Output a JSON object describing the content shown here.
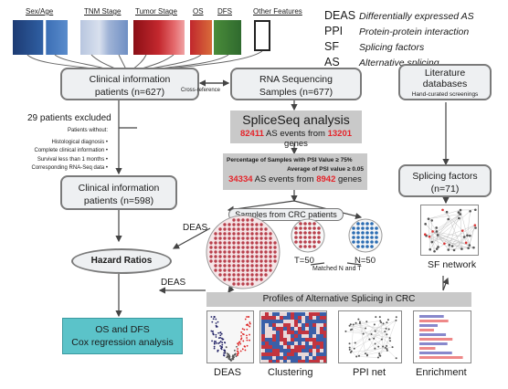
{
  "top_labels": {
    "sex_age": "Sex/Age",
    "tnm": "TNM Stage",
    "tumor": "Tumor Stage",
    "os": "OS",
    "dfs": "DFS",
    "other": "Other Features"
  },
  "legend": [
    {
      "abbr": "DEAS",
      "desc": "Differentially expressed AS"
    },
    {
      "abbr": "PPI",
      "desc": "Protein-protein interaction"
    },
    {
      "abbr": "SF",
      "desc": "Splicing factors"
    },
    {
      "abbr": "AS",
      "desc": "Alternative splicing"
    }
  ],
  "clinical_info": {
    "line1": "Clinical information",
    "line2": "patients (n=627)"
  },
  "cross_reference": "Cross-reference",
  "rna_seq": {
    "line1": "RNA Sequencing",
    "line2": "Samples (n=677)"
  },
  "literature": {
    "line1": "Literature",
    "line2": "databases",
    "line3": "Hand-curated screenings"
  },
  "excluded": {
    "title": "29 patients excluded",
    "subtitle": "Patients without:",
    "items": [
      "Histological diagnosis",
      "Complete clinical information",
      "Survival less than 1 months",
      "Corresponding RNA-Seq data"
    ]
  },
  "spliceseq": {
    "title": "SpliceSeq analysis",
    "n1": "82411",
    "mid": " AS events from ",
    "n2": "13201",
    "end": " genes"
  },
  "filter": {
    "line1": "Percentage of Samples with PSI Value ≥ 75%",
    "line2": "Average of PSI value ≥ 0.05",
    "n1": "34334",
    "mid": " AS events from ",
    "n2": "8942",
    "end": " genes"
  },
  "clinical_info2": {
    "line1": "Clinical information",
    "line2": "patients (n=598)"
  },
  "splicing_factors": {
    "line1": "Splicing factors",
    "line2": "(n=71)"
  },
  "samples_crc": "Samples from CRC patients",
  "t50": "T=50",
  "n50": "N=50",
  "matched": "Matched N and T",
  "sf_network": "SF network",
  "deas1": "DEAS",
  "deas2": "DEAS",
  "hazard": "Hazard Ratios",
  "os_dfs": {
    "line1": "OS and DFS",
    "line2": "Cox regression analysis"
  },
  "profiles": "Profiles of Alternative Splicing in CRC",
  "bottom_labels": [
    "DEAS",
    "Clustering",
    "PPI net",
    "Enrichment"
  ],
  "colors": {
    "red": "#e5242a",
    "teal": "#5bc3c9",
    "grey_box": "#c9c9c9",
    "box_border": "#7a7a7a"
  }
}
